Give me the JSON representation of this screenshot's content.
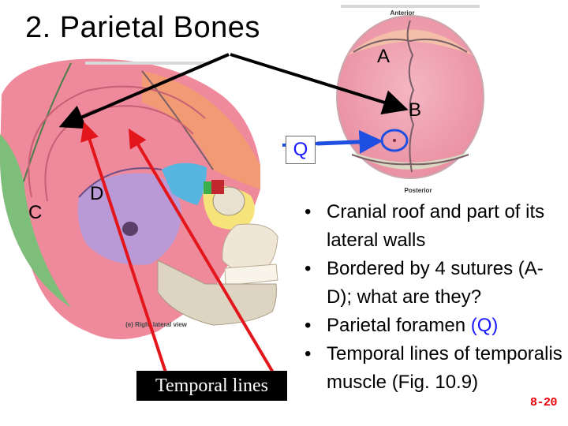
{
  "slide": {
    "title": "2. Parietal Bones",
    "labels": {
      "a": "A",
      "b": "B",
      "c": "C",
      "d": "D",
      "q": "Q"
    },
    "temporal_lines_label": "Temporal lines",
    "bullets": [
      {
        "text": "Cranial roof and part of its lateral walls"
      },
      {
        "text": "Bordered by 4 sutures (A-D); what are they?"
      },
      {
        "text_before": "Parietal foramen ",
        "ref": "(Q)"
      },
      {
        "text": "Temporal lines of temporalis muscle (Fig. 10.9)"
      }
    ],
    "slide_number": "8-20"
  },
  "figure": {
    "superior_view_top_label": "Anterior",
    "superior_view_bottom_label": "Posterior",
    "lateral_view_caption": "(e) Right lateral view"
  },
  "colors": {
    "parietal": "#ee8a9c",
    "frontal": "#f29a74",
    "occipital": "#7dbe7a",
    "temporal": "#b99ad6",
    "sphenoid": "#57b5e0",
    "arrow_red": "#e3161b",
    "arrow_black": "#000000",
    "arrow_blue": "#1f4fe0"
  }
}
